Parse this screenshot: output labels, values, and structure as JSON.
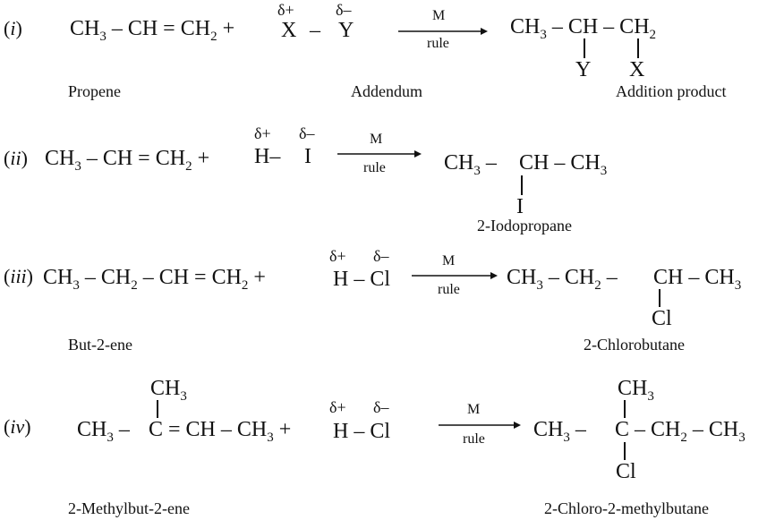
{
  "reactions": [
    {
      "index": "i",
      "reactant": {
        "p1": "CH",
        "s1": "3",
        "p2": " – CH = CH",
        "s2": "2",
        "p3": " +"
      },
      "addendum": {
        "d_plus": "δ+",
        "d_minus": "δ–",
        "x": "X",
        "dash": "–",
        "y": "Y"
      },
      "arrow": {
        "top": "M",
        "bottom": "rule"
      },
      "product": {
        "p1": "CH",
        "s1": "3",
        "p2": " – CH – CH",
        "s2": "2",
        "sub_y": "Y",
        "sub_x": "X"
      },
      "labels": {
        "left": "Propene",
        "middle": "Addendum",
        "right": "Addition product"
      }
    },
    {
      "index": "ii",
      "reactant": {
        "p1": "CH",
        "s1": "3",
        "p2": " – CH = CH",
        "s2": "2",
        "p3": " +"
      },
      "addendum": {
        "d_plus": "δ+",
        "d_minus": "δ–",
        "a": "H–",
        "b": "I"
      },
      "arrow": {
        "top": "M",
        "bottom": "rule"
      },
      "product": {
        "p1": "CH",
        "s1": "3",
        "p2": " –",
        "p3": "CH – CH",
        "s3": "3",
        "sub": "I"
      },
      "labels": {
        "right": "2-Iodopropane"
      }
    },
    {
      "index": "iii",
      "reactant": {
        "p1": "CH",
        "s1": "3",
        "p2": " – CH",
        "s2": "2",
        "p3": " – CH = CH",
        "s3": "2",
        "p4": " +"
      },
      "addendum": {
        "d_plus": "δ+",
        "d_minus": "δ–",
        "a": "H – Cl"
      },
      "arrow": {
        "top": "M",
        "bottom": "rule"
      },
      "product": {
        "p1": "CH",
        "s1": "3",
        "p2": " – CH",
        "s2": "2",
        "p3": " –",
        "p4": "CH – CH",
        "s4": "3",
        "sub": "Cl"
      },
      "labels": {
        "left": "But-2-ene",
        "right": "2-Chlorobutane"
      }
    },
    {
      "index": "iv",
      "reactant": {
        "top_p": "CH",
        "top_s": "3",
        "p1": "CH",
        "s1": "3",
        "p2": " –",
        "p3": "C = CH – CH",
        "s3": "3",
        "p4": " +"
      },
      "addendum": {
        "d_plus": "δ+",
        "d_minus": "δ–",
        "a": "H – Cl"
      },
      "arrow": {
        "top": "M",
        "bottom": "rule"
      },
      "product": {
        "top_p": "CH",
        "top_s": "3",
        "p1": "CH",
        "s1": "3",
        "p2": " –",
        "p3": "C – CH",
        "s3": "2",
        "p4": " – CH",
        "s4": "3",
        "sub": "Cl"
      },
      "labels": {
        "left": "2-Methylbut-2-ene",
        "right": "2-Chloro-2-methylbutane"
      }
    }
  ]
}
